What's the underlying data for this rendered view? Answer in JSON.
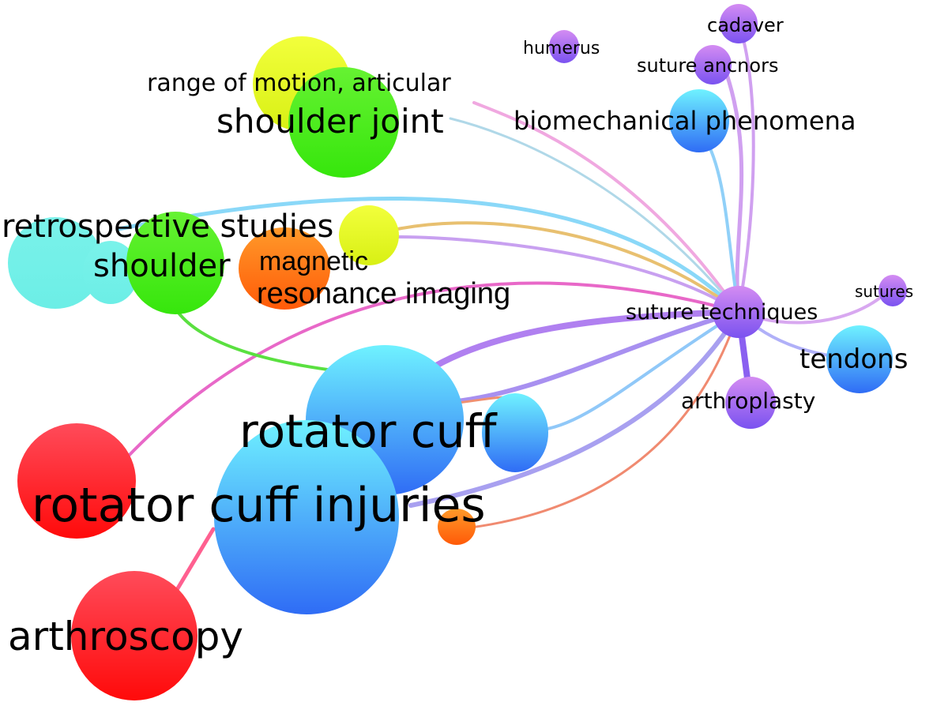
{
  "title": "",
  "nodes": [
    {
      "id": "rotator-cuff-injuries",
      "label": "rotator cuff injuries",
      "cluster": "blue"
    },
    {
      "id": "rotator-cuff",
      "label": "rotator cuff",
      "cluster": "blue"
    },
    {
      "id": "rotator-cuff-small",
      "label": "",
      "cluster": "blue"
    },
    {
      "id": "tendons",
      "label": "tendons",
      "cluster": "blue"
    },
    {
      "id": "biomechanical-phenomena",
      "label": "biomechanical phenomena",
      "cluster": "blue"
    },
    {
      "id": "arthroscopy",
      "label": "arthroscopy",
      "cluster": "red"
    },
    {
      "id": "red-node",
      "label": "",
      "cluster": "red"
    },
    {
      "id": "shoulder-joint",
      "label": "shoulder joint",
      "cluster": "green"
    },
    {
      "id": "shoulder",
      "label": "shoulder",
      "cluster": "green"
    },
    {
      "id": "range-of-motion",
      "label": "range of motion, articular",
      "cluster": "yellow"
    },
    {
      "id": "yellow-node",
      "label": "",
      "cluster": "yellow"
    },
    {
      "id": "retrospective-studies",
      "label": "retrospective studies",
      "cluster": "cyan"
    },
    {
      "id": "cyan-node",
      "label": "",
      "cluster": "cyan"
    },
    {
      "id": "mri",
      "label": "magnetic resonance imaging",
      "cluster": "orange"
    },
    {
      "id": "orange-small",
      "label": "",
      "cluster": "orange"
    },
    {
      "id": "suture-techniques",
      "label": "suture techniques",
      "cluster": "purple"
    },
    {
      "id": "arthroplasty",
      "label": "arthroplasty",
      "cluster": "purple"
    },
    {
      "id": "sutures",
      "label": "sutures",
      "cluster": "purple"
    },
    {
      "id": "suture-anchors",
      "label": "suture ancnors",
      "cluster": "purple"
    },
    {
      "id": "cadaver",
      "label": "cadaver",
      "cluster": "purple"
    },
    {
      "id": "humerus",
      "label": "humerus",
      "cluster": "purple"
    }
  ],
  "mri_lines": [
    "magnetic",
    "resonance imaging"
  ],
  "colors": {
    "blue": [
      "#6ff2ff",
      "#2f6cf5"
    ],
    "red": [
      "#ff4b5a",
      "#ff0a0a"
    ],
    "green": [
      "#66f232",
      "#36e60c"
    ],
    "yellow": [
      "#f2ff3c",
      "#d8f014"
    ],
    "cyan": [
      "#7af2ea",
      "#6ceee6"
    ],
    "orange": [
      "#ff9a2a",
      "#ff5a08"
    ],
    "purple": [
      "#d48cf2",
      "#7a52f0"
    ]
  }
}
